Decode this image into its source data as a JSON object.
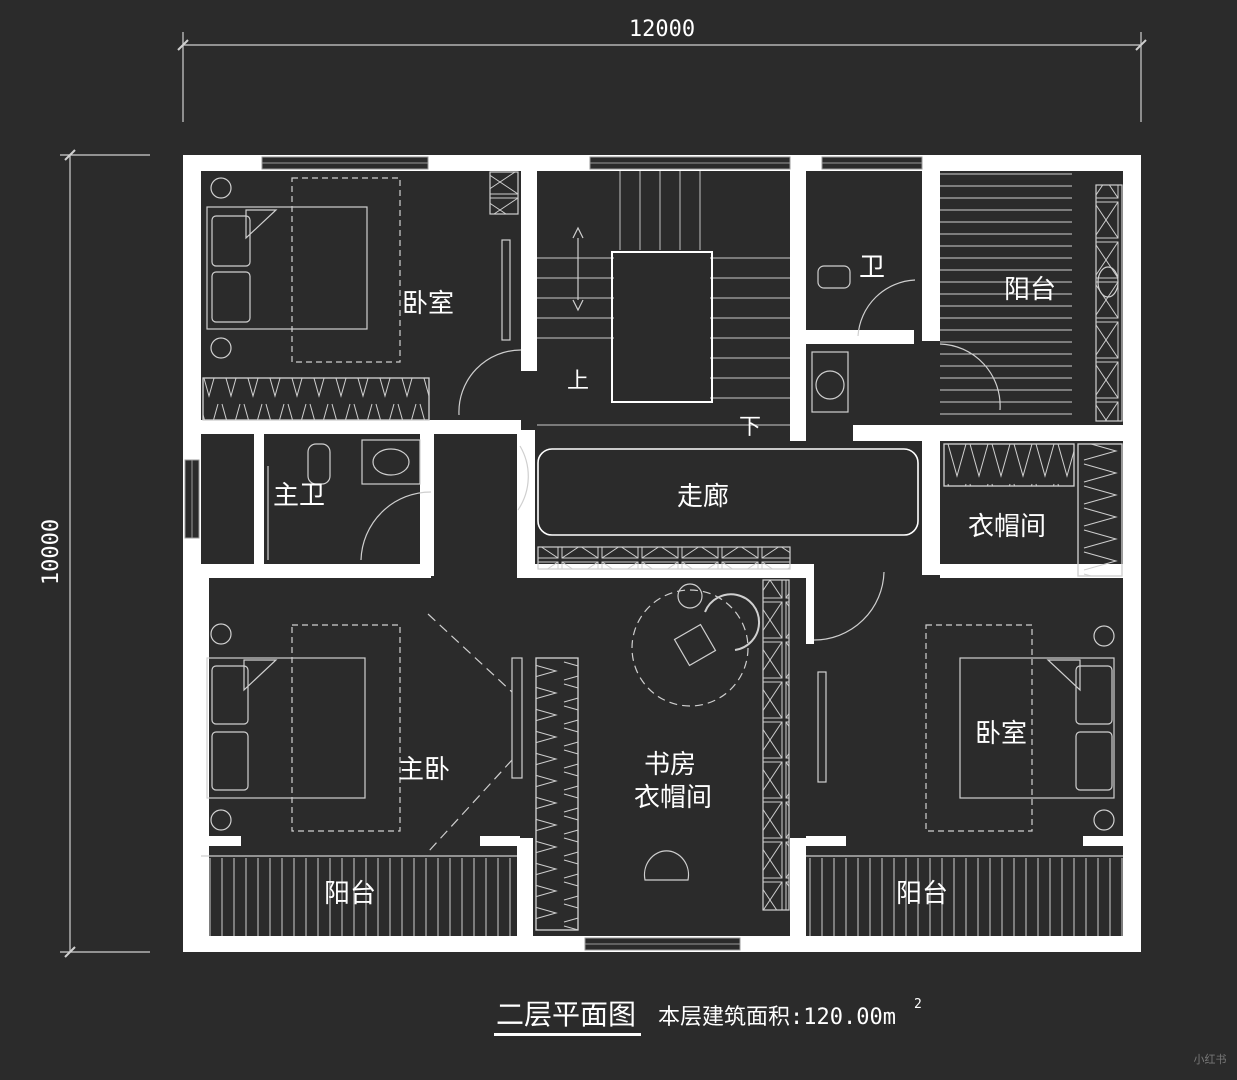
{
  "dimensions": {
    "width": "12000",
    "height": "10000"
  },
  "rooms": {
    "bedroom_nw": "卧室",
    "stairs_up": "上",
    "stairs_down": "下",
    "bath_ne": "卫",
    "balcony_ne": "阳台",
    "master_bath": "主卫",
    "corridor": "走廊",
    "closet_e": "衣帽间",
    "master_bedroom": "主卧",
    "study_line1": "书房",
    "study_line2": "衣帽间",
    "bedroom_se": "卧室",
    "balcony_sw": "阳台",
    "balcony_se": "阳台"
  },
  "caption": {
    "title": "二层平面图",
    "area_label": "本层建筑面积:120.00m",
    "area_sup": "2"
  },
  "watermark": "小红书",
  "colors": {
    "background": "#2b2b2b",
    "wall": "#ffffff",
    "line": "#cfcfcf"
  }
}
